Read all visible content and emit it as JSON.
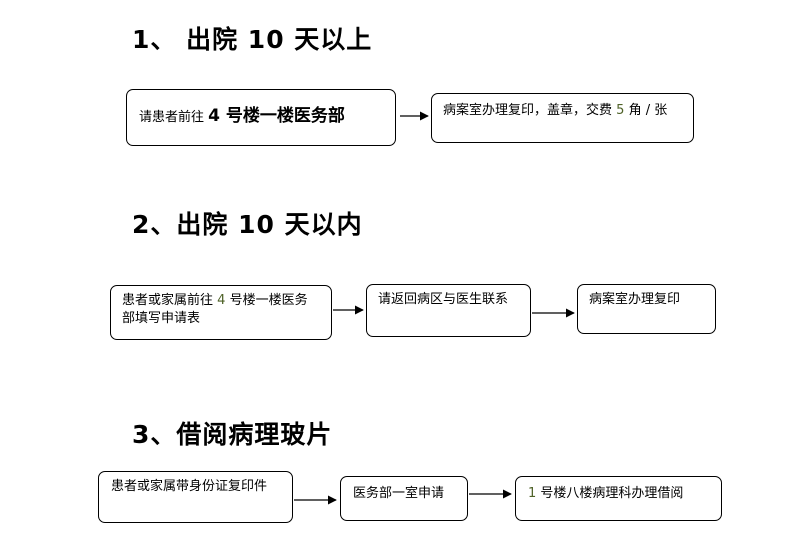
{
  "sections": [
    {
      "heading": "1、 出院 10 天以上",
      "boxes": [
        {
          "pre": "请患者前往",
          "big": "4  号楼一楼医务部"
        },
        {
          "pre": "病案室办理复印，盖章，交费",
          "num": "5",
          "post": "角  /  张"
        }
      ]
    },
    {
      "heading": "2、出院 10 天以内",
      "boxes": [
        {
          "pre": "患者或家属前往",
          "num": "4",
          "post": "号楼一楼医务",
          "line2": "部填写申请表"
        },
        {
          "text": "请返回病区与医生联系"
        },
        {
          "text": "病案室办理复印"
        }
      ]
    },
    {
      "heading": "3、借阅病理玻片",
      "boxes": [
        {
          "text": "患者或家属带身份证复印件"
        },
        {
          "text": "医务部一室申请"
        },
        {
          "num": "1",
          "post": "号楼八楼病理科办理借阅"
        }
      ]
    }
  ]
}
